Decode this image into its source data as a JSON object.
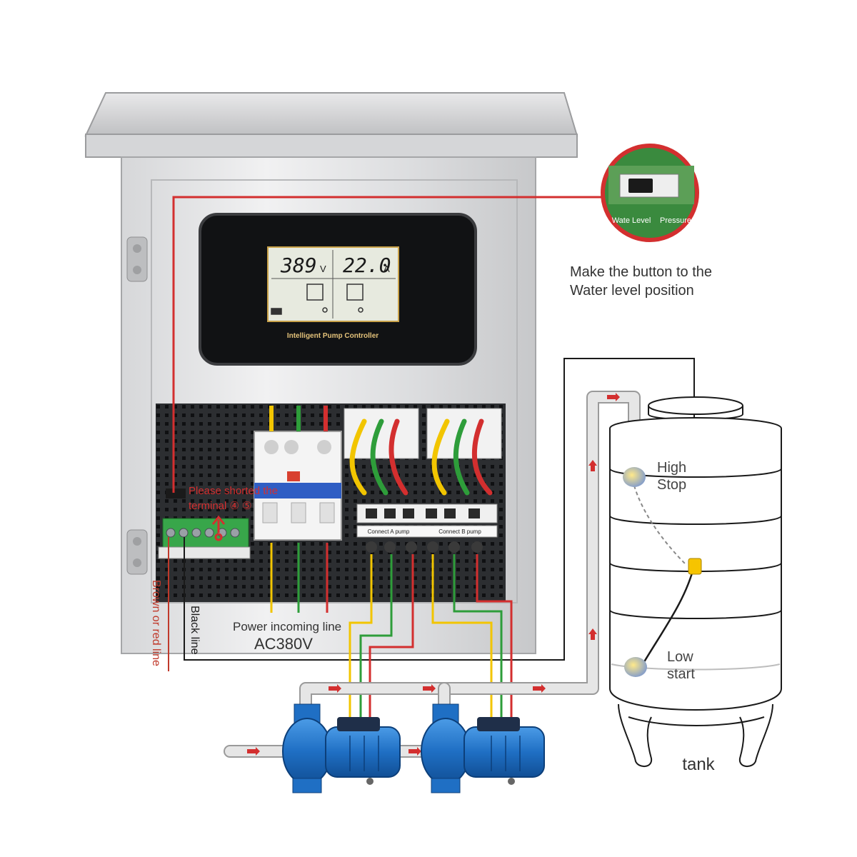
{
  "display": {
    "voltage": "389",
    "voltage_unit": "V",
    "current": "22.0",
    "current_unit": "A",
    "panel_label": "Intelligent Pump Controller"
  },
  "callout": {
    "switch_left": "Wate Level",
    "switch_right": "Pressure",
    "instruction_line1": "Make the button to the",
    "instruction_line2": "Water level position"
  },
  "terminal_note": {
    "line1": "Please shorted the",
    "line2": "terminal ④ ⑤"
  },
  "terminal_labels": {
    "pump_a": "Connect A pump",
    "pump_b": "Connect B pump"
  },
  "wires": {
    "brown_red": "Brown or red line",
    "black": "Black line",
    "power_line": "Power incoming line",
    "power_spec": "AC380V"
  },
  "tank": {
    "high1": "High",
    "high2": "Stop",
    "low1": "Low",
    "low2": "start",
    "label": "tank"
  },
  "colors": {
    "wire_red": "#d32f2f",
    "wire_yellow": "#f2c500",
    "wire_green": "#2e9d3a",
    "pump_blue": "#1f6fc4",
    "float_yellow": "#f6c400"
  }
}
